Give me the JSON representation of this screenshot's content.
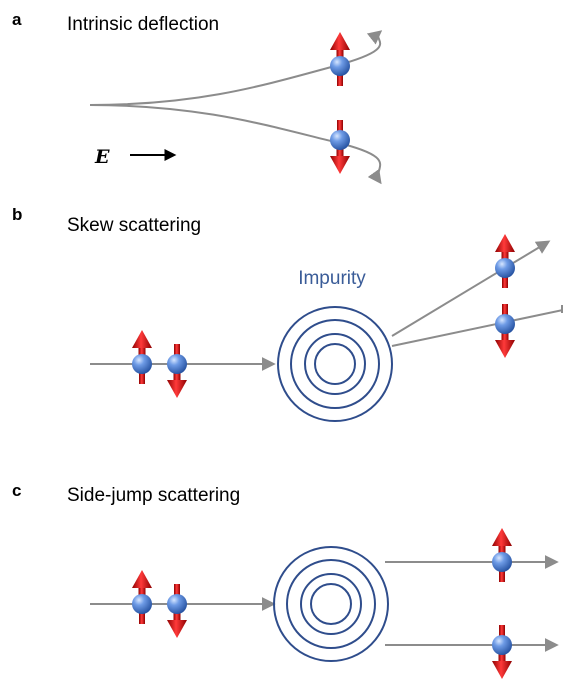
{
  "panels": [
    {
      "letter": "a",
      "title": "Intrinsic deflection"
    },
    {
      "letter": "b",
      "title": "Skew scattering"
    },
    {
      "letter": "c",
      "title": "Side-jump scattering"
    }
  ],
  "impurity_label": "Impurity",
  "field_label": "E",
  "colors": {
    "track": "#8c8c8c",
    "impurity_ring": "#2f4d8c",
    "impurity_text": "#3a5c98",
    "electron": "#4a7fd6",
    "spin_arrow": "#d41414"
  },
  "icons": [
    "electron-spin-up-icon",
    "electron-spin-down-icon",
    "impurity-icon",
    "field-arrow-icon"
  ]
}
